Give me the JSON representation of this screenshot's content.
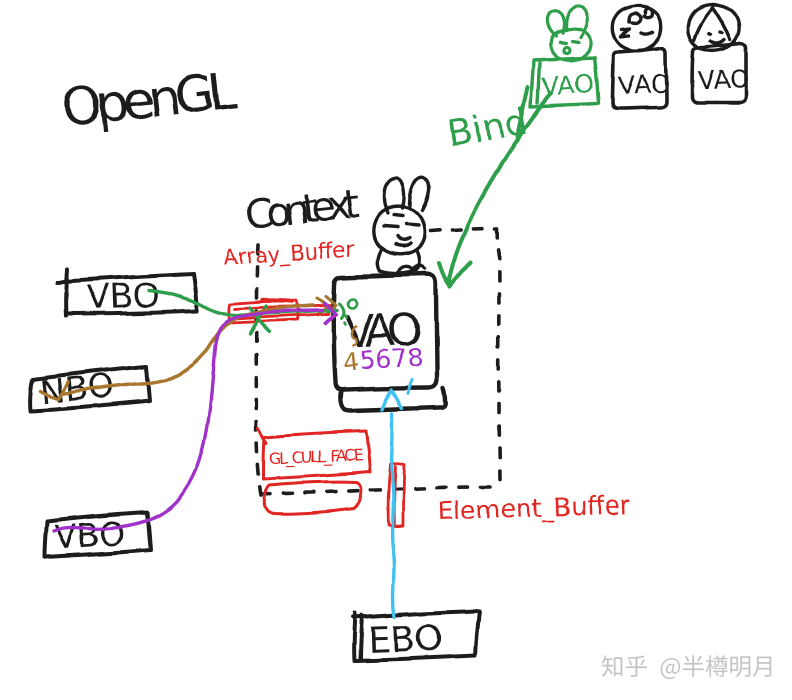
{
  "figure": {
    "kind": "hand-drawn OpenGL concept sketch",
    "background": "#ffffff"
  },
  "colors": {
    "ink": "#1d1d1d",
    "green": "#2f9e4b",
    "red": "#e02521",
    "purple": "#a033cb",
    "brown": "#a8762f",
    "cyan": "#41c1f2",
    "watermark_gray": "#c4c4c4"
  },
  "title": {
    "text": "OpenGL"
  },
  "context": {
    "label": "Context"
  },
  "labels": {
    "bind": "Bind",
    "array_buffer": "Array_Buffer",
    "element_buffer": "Element_Buffer",
    "gl_cull_face": "GL_CULL_FACE"
  },
  "vao_main": {
    "label": "VAO",
    "attr_index_brown": "4",
    "attr_indices_purple": "5678"
  },
  "buffers": {
    "vbo_top": "VBO",
    "nbo": "NBO",
    "vbo_bottom": "VBO",
    "ebo": "EBO"
  },
  "vao_instances": [
    {
      "label": "VAO",
      "color": "green"
    },
    {
      "label": "VAO",
      "color": "black"
    },
    {
      "label": "VAO",
      "color": "black"
    }
  ],
  "watermark": {
    "text": "知乎 @半樽明月"
  }
}
